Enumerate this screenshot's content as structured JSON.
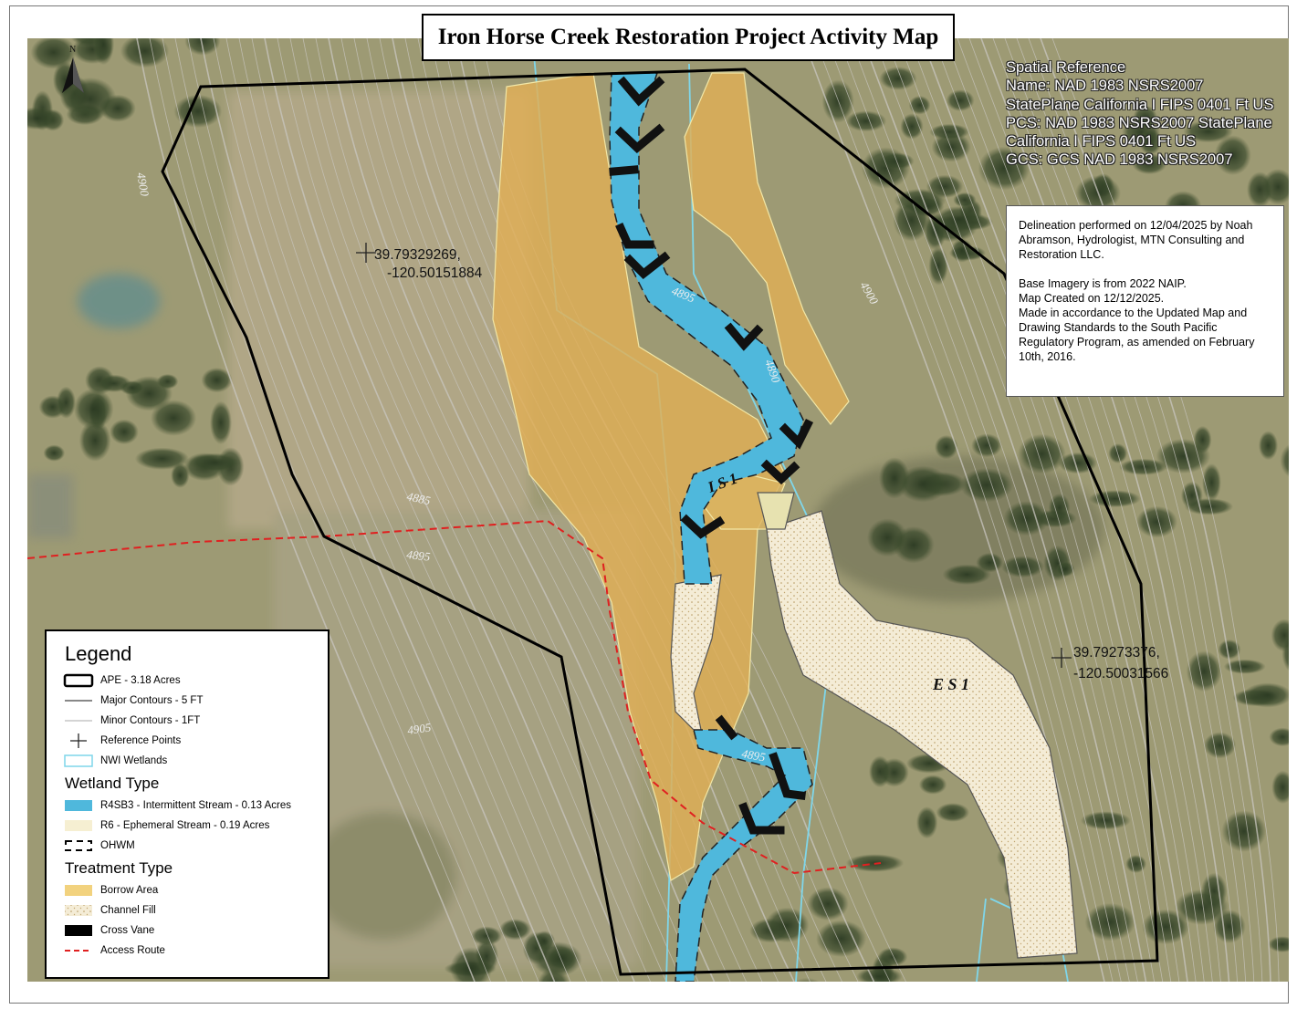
{
  "title": "Iron Horse Creek Restoration Project Activity Map",
  "north_arrow_label": "N",
  "spatial_reference": [
    "Spatial Reference",
    "Name: NAD 1983 NSRS2007",
    "StatePlane California I FIPS 0401 Ft US",
    "PCS: NAD 1983 NSRS2007 StatePlane California I FIPS 0401 Ft US",
    "GCS: GCS NAD 1983 NSRS2007"
  ],
  "notes": {
    "delineation": "Delineation performed on 12/04/2025 by Noah Abramson, Hydrologist, MTN Consulting and Restoration LLC.",
    "imagery": "Base Imagery is from 2022 NAIP.",
    "created": "Map Created on 12/12/2025.",
    "standards": "Made in accordance to the Updated Map and Drawing Standards to the South Pacific Regulatory Program, as amended on February 10th, 2016."
  },
  "reference_points": [
    {
      "lat": "39.79329269,",
      "lon": "-120.50151884"
    },
    {
      "lat": "39.79273376,",
      "lon": "-120.50031566"
    }
  ],
  "feature_labels": {
    "ephemeral": "E S 1",
    "intermittent": "I S 1"
  },
  "contour_labels": [
    "4900",
    "4895",
    "4890",
    "4885",
    "4895",
    "4900",
    "4905"
  ],
  "legend": {
    "title": "Legend",
    "general": [
      {
        "label": "APE - 3.18 Acres",
        "symbol": "ape"
      },
      {
        "label": "Major Contours - 5 FT",
        "symbol": "major"
      },
      {
        "label": "Minor Contours - 1FT",
        "symbol": "minor"
      },
      {
        "label": "Reference Points",
        "symbol": "refpoint"
      },
      {
        "label": "NWI Wetlands",
        "symbol": "nwi"
      }
    ],
    "wetland_title": "Wetland Type",
    "wetland": [
      {
        "label": "R4SB3 - Intermittent Stream - 0.13 Acres",
        "symbol": "stream"
      },
      {
        "label": "R6 - Ephemeral Stream - 0.19 Acres",
        "symbol": "ephemeral"
      },
      {
        "label": "OHWM",
        "symbol": "ohwm"
      }
    ],
    "treatment_title": "Treatment Type",
    "treatment": [
      {
        "label": "Borrow Area",
        "symbol": "borrow"
      },
      {
        "label": "Channel Fill",
        "symbol": "fill"
      },
      {
        "label": "Cross Vane",
        "symbol": "vane"
      },
      {
        "label": "Access Route",
        "symbol": "access"
      }
    ]
  },
  "colors": {
    "stream": "#4fb8dc",
    "borrow": "#e0ae55",
    "fill": "#f4ecd6",
    "nwi": "#7fd6ea",
    "access": "#e02020",
    "ape": "#000000",
    "imagery_base": "#9a9670"
  }
}
